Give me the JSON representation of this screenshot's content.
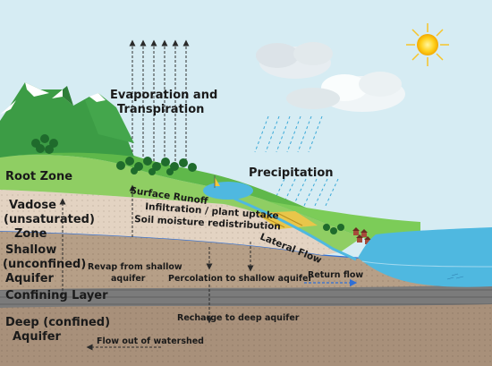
{
  "labels": {
    "evaporation": [
      "Evaporation and",
      "Transpiration"
    ],
    "precipitation": "Precipitation",
    "root_zone": "Root Zone",
    "vadose": [
      "Vadose",
      "(unsaturated)",
      "Zone"
    ],
    "shallow": [
      "Shallow",
      "(unconfined)",
      "Aquifer"
    ],
    "confining": "Confining Layer",
    "deep": [
      "Deep (confined)",
      "Aquifer"
    ],
    "surface_runoff": "Surface Runoff",
    "infiltration": "Infiltration / plant uptake",
    "soil_moisture": "Soil moisture redistribution",
    "lateral_flow": "Lateral Flow",
    "revap": [
      "Revap from shallow",
      "aquifer"
    ],
    "percolation": "Percolation to shallow aquifer",
    "return_flow": "Return flow",
    "recharge": "Recharge to deep aquifer",
    "flow_out": "Flow out of watershed"
  },
  "colors": {
    "sky": "#d6ecf3",
    "root_zone": "#8fce63",
    "vadose": "#e3d3c2",
    "shallow": "#b69f87",
    "confining": "#7b7b7b",
    "deep": "#a8907a",
    "water": "#4fb8e0",
    "mountain": "#3c9c45"
  }
}
